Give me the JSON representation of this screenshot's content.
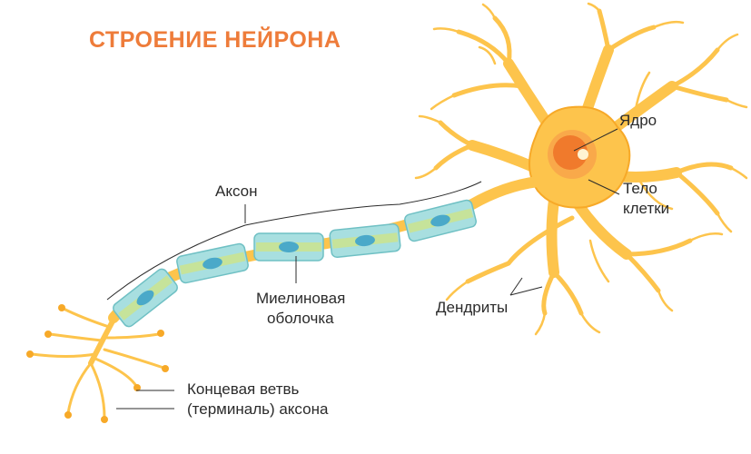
{
  "title": "СТРОЕНИЕ НЕЙРОНА",
  "labels": {
    "axon": "Аксон",
    "nucleus": "Ядро",
    "cell_body_line1": "Тело",
    "cell_body_line2": "клетки",
    "myelin_line1": "Миелиновая",
    "myelin_line2": "оболочка",
    "dendrites": "Дендриты",
    "terminal_line1": "Концевая ветвь",
    "terminal_line2": "(терминаль) аксона"
  },
  "colors": {
    "title": "#ee7c3a",
    "neuron_fill": "#fdc44c",
    "neuron_edge": "#f7a928",
    "myelin_fill": "#a8dfe0",
    "myelin_edge": "#6fc0c4",
    "myelin_core": "#c6e39a",
    "myelin_nucleus": "#4aa9c9",
    "nucleus_fill": "#f07a2c",
    "leader_line": "#2b2b2b"
  }
}
